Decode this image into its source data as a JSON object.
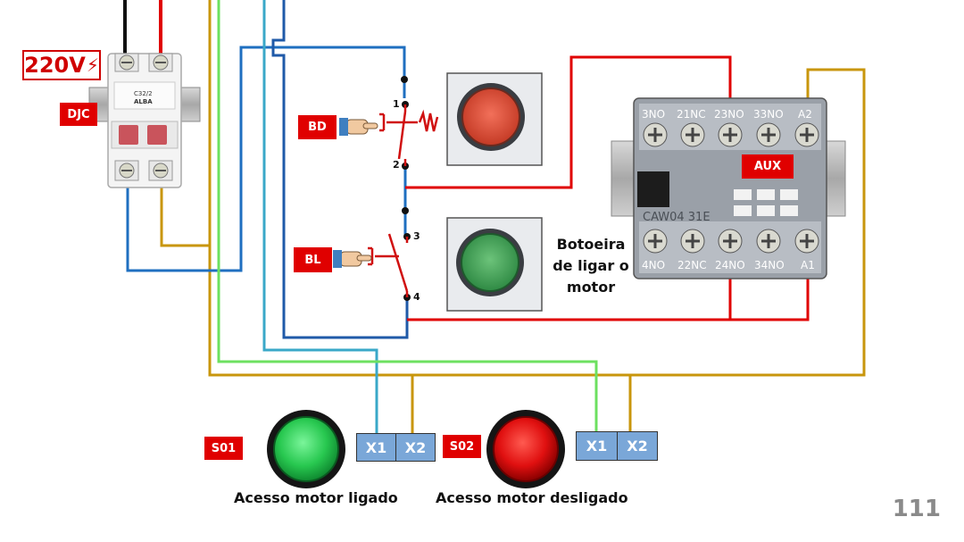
{
  "supply": {
    "voltage": "220V"
  },
  "tags": {
    "breaker": "DJC",
    "stop_button": "BD",
    "start_button": "BL",
    "aux_contactor": "AUX",
    "lamp1": "S01",
    "lamp2": "S02"
  },
  "contact_numbers": [
    "1",
    "2",
    "3",
    "4"
  ],
  "aux_terminals_top": [
    "3NO",
    "21NC",
    "23NO",
    "33NO",
    "A2"
  ],
  "aux_terminals_bottom": [
    "4NO",
    "22NC",
    "24NO",
    "34NO",
    "A1"
  ],
  "aux_model": "CAW04 31E",
  "breaker_brand": "ALBA",
  "breaker_model": "C32/2",
  "botoeira_label": "Botoeira de ligar o motor",
  "lamp_terminals": {
    "x1": "X1",
    "x2": "X2"
  },
  "captions": {
    "lamp1": "Acesso motor ligado",
    "lamp2": "Acesso motor desligado"
  },
  "page_number": "111",
  "colors": {
    "phase_red": "#e00000",
    "neutral_blue": "#1f6fc0",
    "gold": "#c8960c",
    "teal": "#3aa8c8",
    "green": "#6de060",
    "navy": "#1f5aa8",
    "lamp_green": "#2fd35a",
    "lamp_red": "#e01010"
  }
}
